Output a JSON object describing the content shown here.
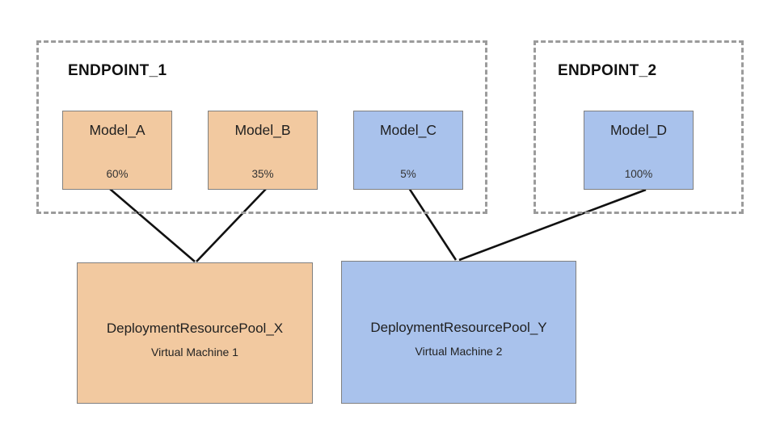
{
  "diagram": {
    "endpoints": [
      {
        "label": "ENDPOINT_1"
      },
      {
        "label": "ENDPOINT_2"
      }
    ],
    "models": [
      {
        "name": "Model_A",
        "traffic": "60%",
        "scheme": "tan",
        "endpoint": "ENDPOINT_1",
        "pool": "DeploymentResourcePool_X"
      },
      {
        "name": "Model_B",
        "traffic": "35%",
        "scheme": "tan",
        "endpoint": "ENDPOINT_1",
        "pool": "DeploymentResourcePool_X"
      },
      {
        "name": "Model_C",
        "traffic": "5%",
        "scheme": "blue",
        "endpoint": "ENDPOINT_1",
        "pool": "DeploymentResourcePool_Y"
      },
      {
        "name": "Model_D",
        "traffic": "100%",
        "scheme": "blue",
        "endpoint": "ENDPOINT_2",
        "pool": "DeploymentResourcePool_Y"
      }
    ],
    "pools": [
      {
        "name": "DeploymentResourcePool_X",
        "machine": "Virtual Machine 1",
        "scheme": "tan"
      },
      {
        "name": "DeploymentResourcePool_Y",
        "machine": "Virtual Machine 2",
        "scheme": "blue"
      }
    ]
  },
  "colors": {
    "tan_fill": "#f2c9a0",
    "blue_fill": "#a9c2ec",
    "box_border": "#808080",
    "dashed_border": "#9b9b9b",
    "connector": "#111111"
  }
}
